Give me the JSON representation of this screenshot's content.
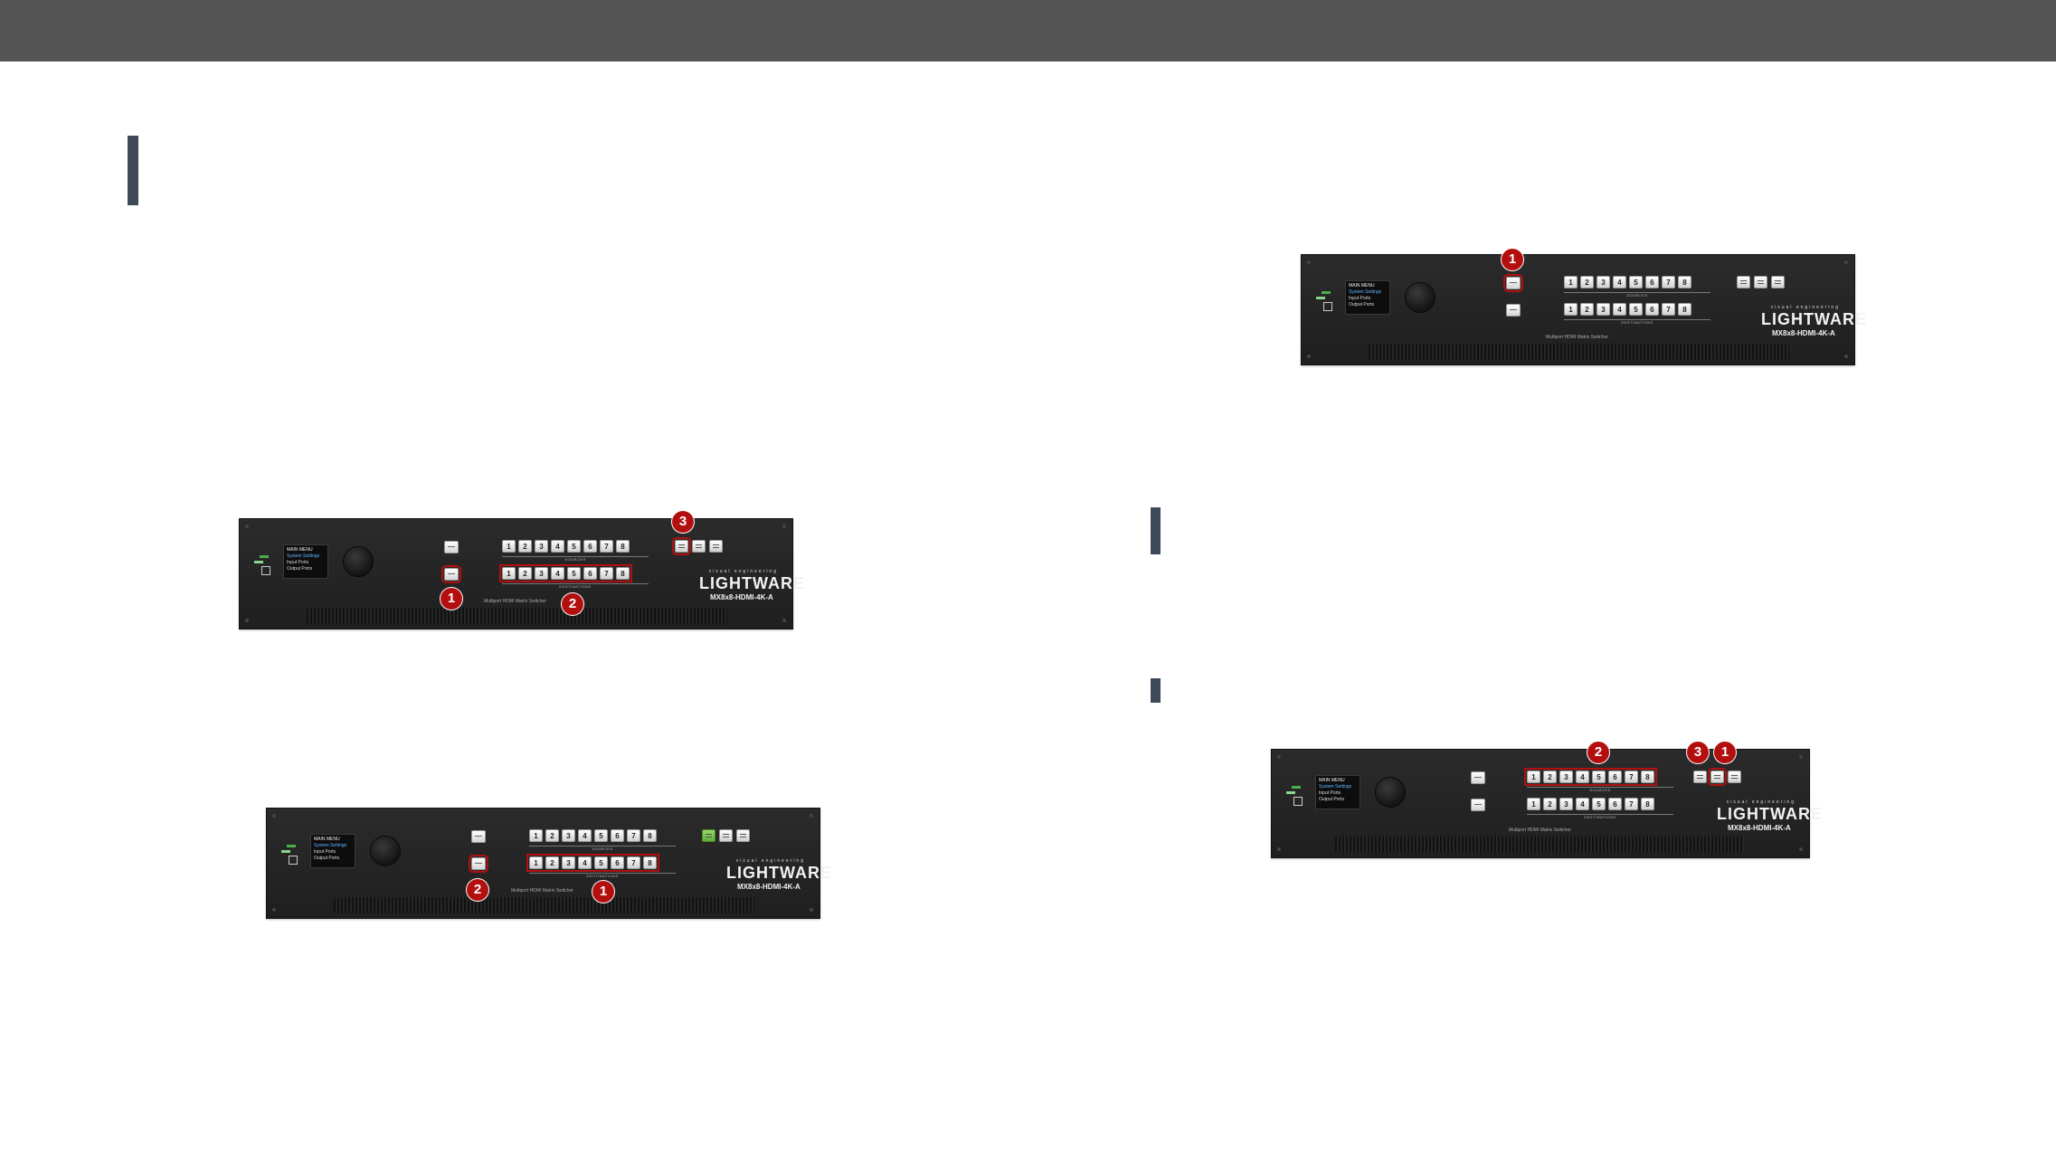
{
  "colors": {
    "header_bar": "#555555",
    "accent_bar": "#3e4a5a",
    "callout": "#b30f0f",
    "highlight": "#b01010",
    "active_green": "#6cbf46"
  },
  "device": {
    "lcd_title": "MAIN MENU",
    "lcd_items": [
      "System Settings",
      "Input Ports",
      "Output Ports"
    ],
    "sources_label": "SOURCES",
    "destinations_label": "DESTINATIONS",
    "numbers": [
      "1",
      "2",
      "3",
      "4",
      "5",
      "6",
      "7",
      "8"
    ],
    "brand_tagline": "visual engineering",
    "brand": "LIGHTWARE",
    "model": "MX8x8-HDMI-4K-A",
    "subtitle": "Multiport HDMI Matrix Switcher"
  },
  "figures": {
    "fig1": {
      "callouts": [
        "1",
        "2",
        "3"
      ]
    },
    "fig2": {
      "callouts": [
        "2",
        "1"
      ]
    },
    "fig3": {
      "callouts": [
        "1"
      ]
    },
    "fig4": {
      "callouts": [
        "2",
        "3",
        "1"
      ]
    }
  }
}
